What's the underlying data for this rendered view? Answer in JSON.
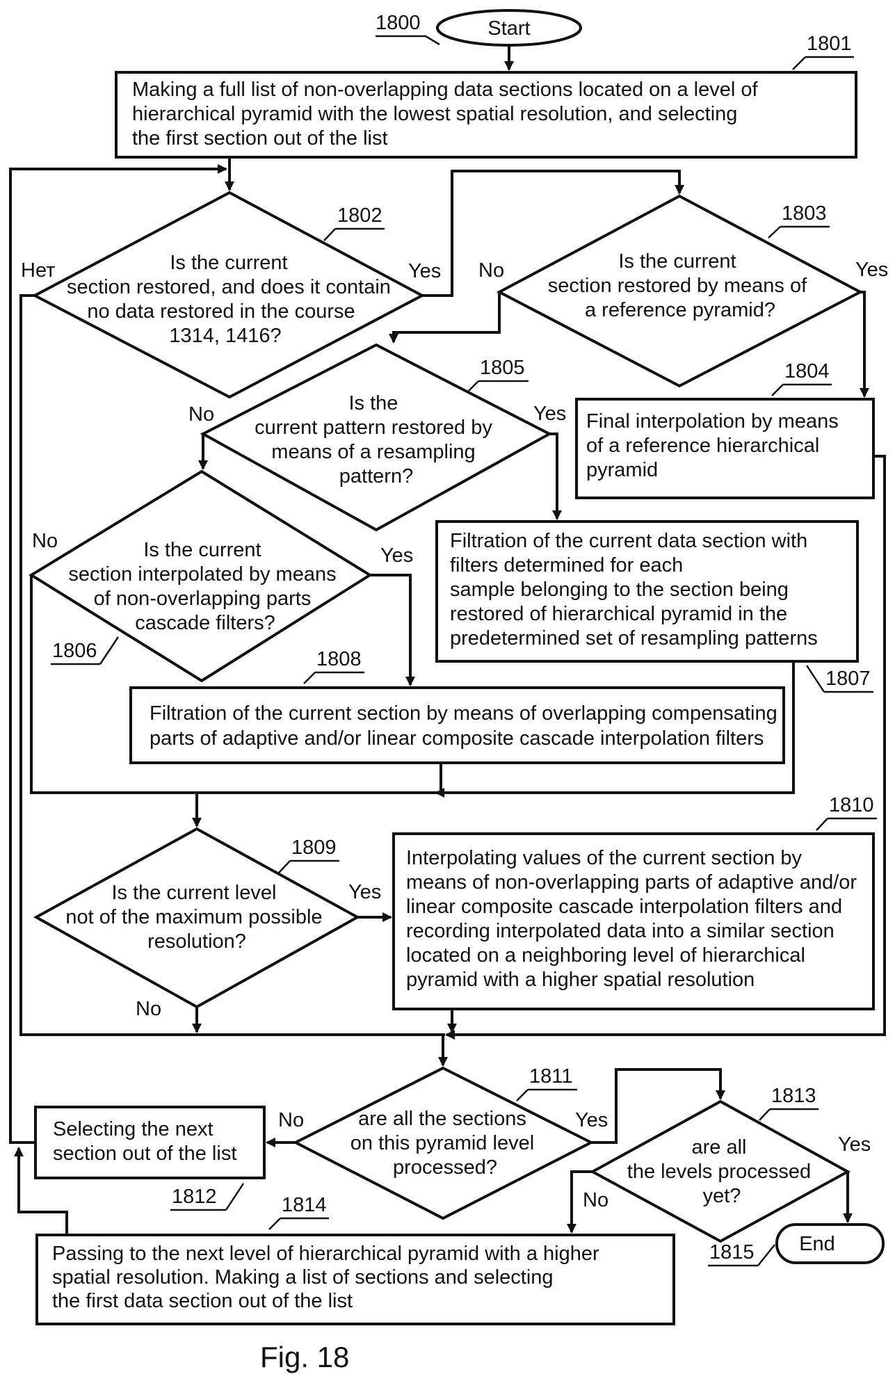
{
  "figure_caption": "Fig. 18",
  "nodes": {
    "start": {
      "ref": "1800",
      "text": [
        "Start"
      ]
    },
    "n1801": {
      "ref": "1801",
      "text": [
        "Making a full list of non-overlapping data sections located on a level of",
        "hierarchical pyramid with the lowest spatial resolution, and selecting",
        "the first section out of the list"
      ]
    },
    "n1802": {
      "ref": "1802",
      "text": [
        "Is the current",
        "section restored, and does it contain",
        "no data restored in the course",
        "1314, 1416?"
      ]
    },
    "n1803": {
      "ref": "1803",
      "text": [
        "Is the current",
        "section restored by means of",
        "a reference pyramid?"
      ]
    },
    "n1804": {
      "ref": "1804",
      "text": [
        "Final interpolation by means",
        "of a reference hierarchical",
        "pyramid"
      ]
    },
    "n1805": {
      "ref": "1805",
      "text": [
        "Is the",
        "current pattern restored by",
        "means of a resampling",
        "pattern?"
      ]
    },
    "n1806": {
      "ref": "1806",
      "text": [
        "Is the current",
        "section interpolated by means",
        "of non-overlapping parts",
        "cascade filters?"
      ]
    },
    "n1807": {
      "ref": "1807",
      "text": [
        "Filtration of the current data section with",
        "filters determined for each",
        "sample belonging to the section being",
        "restored of hierarchical pyramid in the",
        "predetermined set of resampling patterns"
      ]
    },
    "n1808": {
      "ref": "1808",
      "text": [
        "Filtration of the current section by means of overlapping compensating",
        "parts of adaptive and/or linear composite cascade interpolation filters"
      ]
    },
    "n1809": {
      "ref": "1809",
      "text": [
        "Is the current level",
        "not of the maximum possible",
        "resolution?"
      ]
    },
    "n1810": {
      "ref": "1810",
      "text": [
        "Interpolating values of the current section by",
        "means of non-overlapping parts of adaptive and/or",
        "linear composite cascade interpolation filters and",
        "recording interpolated data into a similar section",
        "located on a neighboring level of  hierarchical",
        "pyramid with a higher spatial resolution"
      ]
    },
    "n1811": {
      "ref": "1811",
      "text": [
        "are all the sections",
        "on this pyramid level",
        "processed?"
      ]
    },
    "n1812": {
      "ref": "1812",
      "text": [
        "Selecting the next",
        "section out of the list"
      ]
    },
    "n1813": {
      "ref": "1813",
      "text": [
        "are all",
        "the levels processed",
        "yet?"
      ]
    },
    "n1814": {
      "ref": "1814",
      "text": [
        "Passing to the next level of hierarchical pyramid with a higher",
        "spatial resolution. Making a list of sections and selecting",
        "the first data section out of the list"
      ]
    },
    "end": {
      "ref": "1815",
      "text": [
        "End"
      ]
    }
  },
  "edge_labels": {
    "d1802_no": "Нет",
    "d1802_yes": "Yes",
    "d1803_no": "No",
    "d1803_yes": "Yes",
    "d1805_no": "No",
    "d1805_yes": "Yes",
    "d1806_no": "No",
    "d1806_yes": "Yes",
    "d1809_yes": "Yes",
    "d1809_no": "No",
    "d1811_no": "No",
    "d1811_yes": "Yes",
    "d1813_no": "No",
    "d1813_yes": "Yes"
  }
}
